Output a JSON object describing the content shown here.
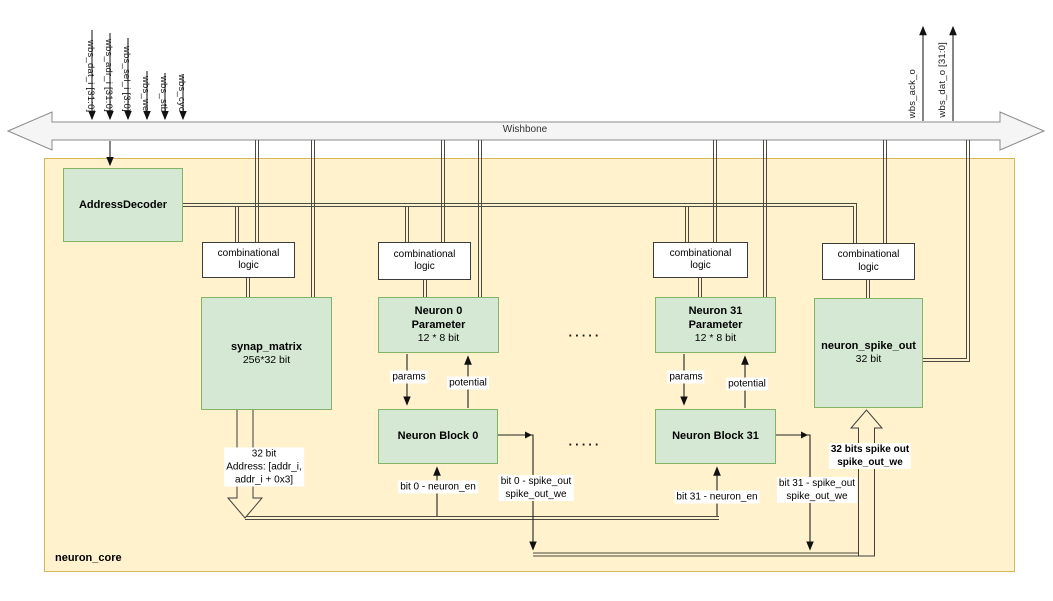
{
  "bus": {
    "label": "Wishbone"
  },
  "signals": {
    "inputs": [
      "wbs_dat_i [31:0]",
      "wbs_adr_i [31:0]",
      "wbs_sel_i [3:0]",
      "wbs_we",
      "wbs_stb",
      "wbs_cyc"
    ],
    "outputs": [
      "wbs_ack_o",
      "wbs_dat_o [31:0]"
    ]
  },
  "core": {
    "label": "neuron_core"
  },
  "blocks": {
    "address_decoder": {
      "title": "AddressDecoder"
    },
    "comb_logic": {
      "title": "combinational\nlogic"
    },
    "synap_matrix": {
      "title": "synap_matrix",
      "subtitle": "256*32 bit"
    },
    "neuron0_param": {
      "title": "Neuron 0\nParameter",
      "subtitle": "12 * 8 bit"
    },
    "neuron31_param": {
      "title": "Neuron 31\nParameter",
      "subtitle": "12 * 8 bit"
    },
    "neuron_block0": {
      "title": "Neuron Block 0"
    },
    "neuron_block31": {
      "title": "Neuron Block 31"
    },
    "neuron_spike_out": {
      "title": "neuron_spike_out",
      "subtitle": "32 bit"
    }
  },
  "wires": {
    "params_left": "params",
    "potential_left": "potential",
    "params_right": "params",
    "potential_right": "potential",
    "synap_out": "32 bit\nAddress: [addr_i,\naddr_i + 0x3]",
    "neuron_en_0": "bit 0 - neuron_en",
    "spike_out_0": "bit 0 - spike_out\nspike_out_we",
    "neuron_en_31": "bit 31 - neuron_en",
    "spike_out_31": "bit 31 - spike_out\nspike_out_we",
    "spike_bus": "32 bits spike out\nspike_out_we",
    "ellipsis": "....."
  },
  "colors": {
    "core_fill": "#fff2cc",
    "core_border": "#d6b656",
    "block_fill": "#d5e8d4",
    "block_border": "#82b366",
    "bus_fill": "#f5f5f5",
    "bus_border": "#8a8a8a",
    "wire": "#4a4a42",
    "arrow": "#111111"
  }
}
